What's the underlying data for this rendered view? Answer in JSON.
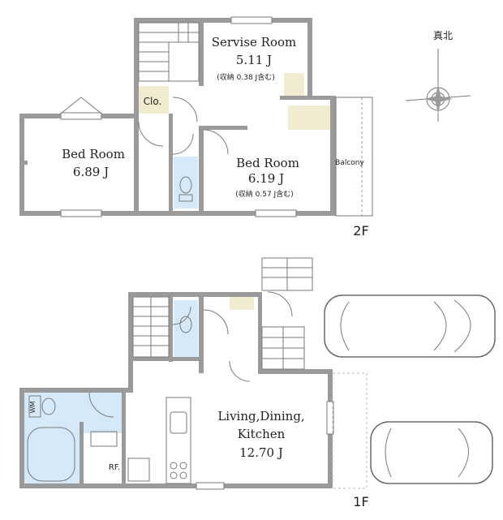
{
  "floor_2": {
    "label": "2F",
    "rooms": {
      "service_room": {
        "name": "Servise Room",
        "size": "5.11 J",
        "storage_note": "(収納 0.38 J含む)"
      },
      "bed_room_left": {
        "name": "Bed Room",
        "size": "6.89 J"
      },
      "bed_room_right": {
        "name": "Bed Room",
        "size": "6.19 J",
        "storage_note": "(収納 0.57 J含む)"
      },
      "closet": {
        "name": "Clo."
      },
      "balcony": {
        "name": "Balcony"
      }
    }
  },
  "floor_1": {
    "label": "1F",
    "rooms": {
      "ldk": {
        "line1": "Living,Dining,",
        "line2": "Kitchen",
        "size": "12.70 J"
      },
      "washer": {
        "name": "WM"
      },
      "fridge": {
        "name": "RF."
      }
    }
  },
  "compass": {
    "label": "真北"
  },
  "colors": {
    "wall": "#9a9a9a",
    "wet_area": "#d6e9f8",
    "storage": "#f1ebcf",
    "line": "#7a7a7a"
  }
}
